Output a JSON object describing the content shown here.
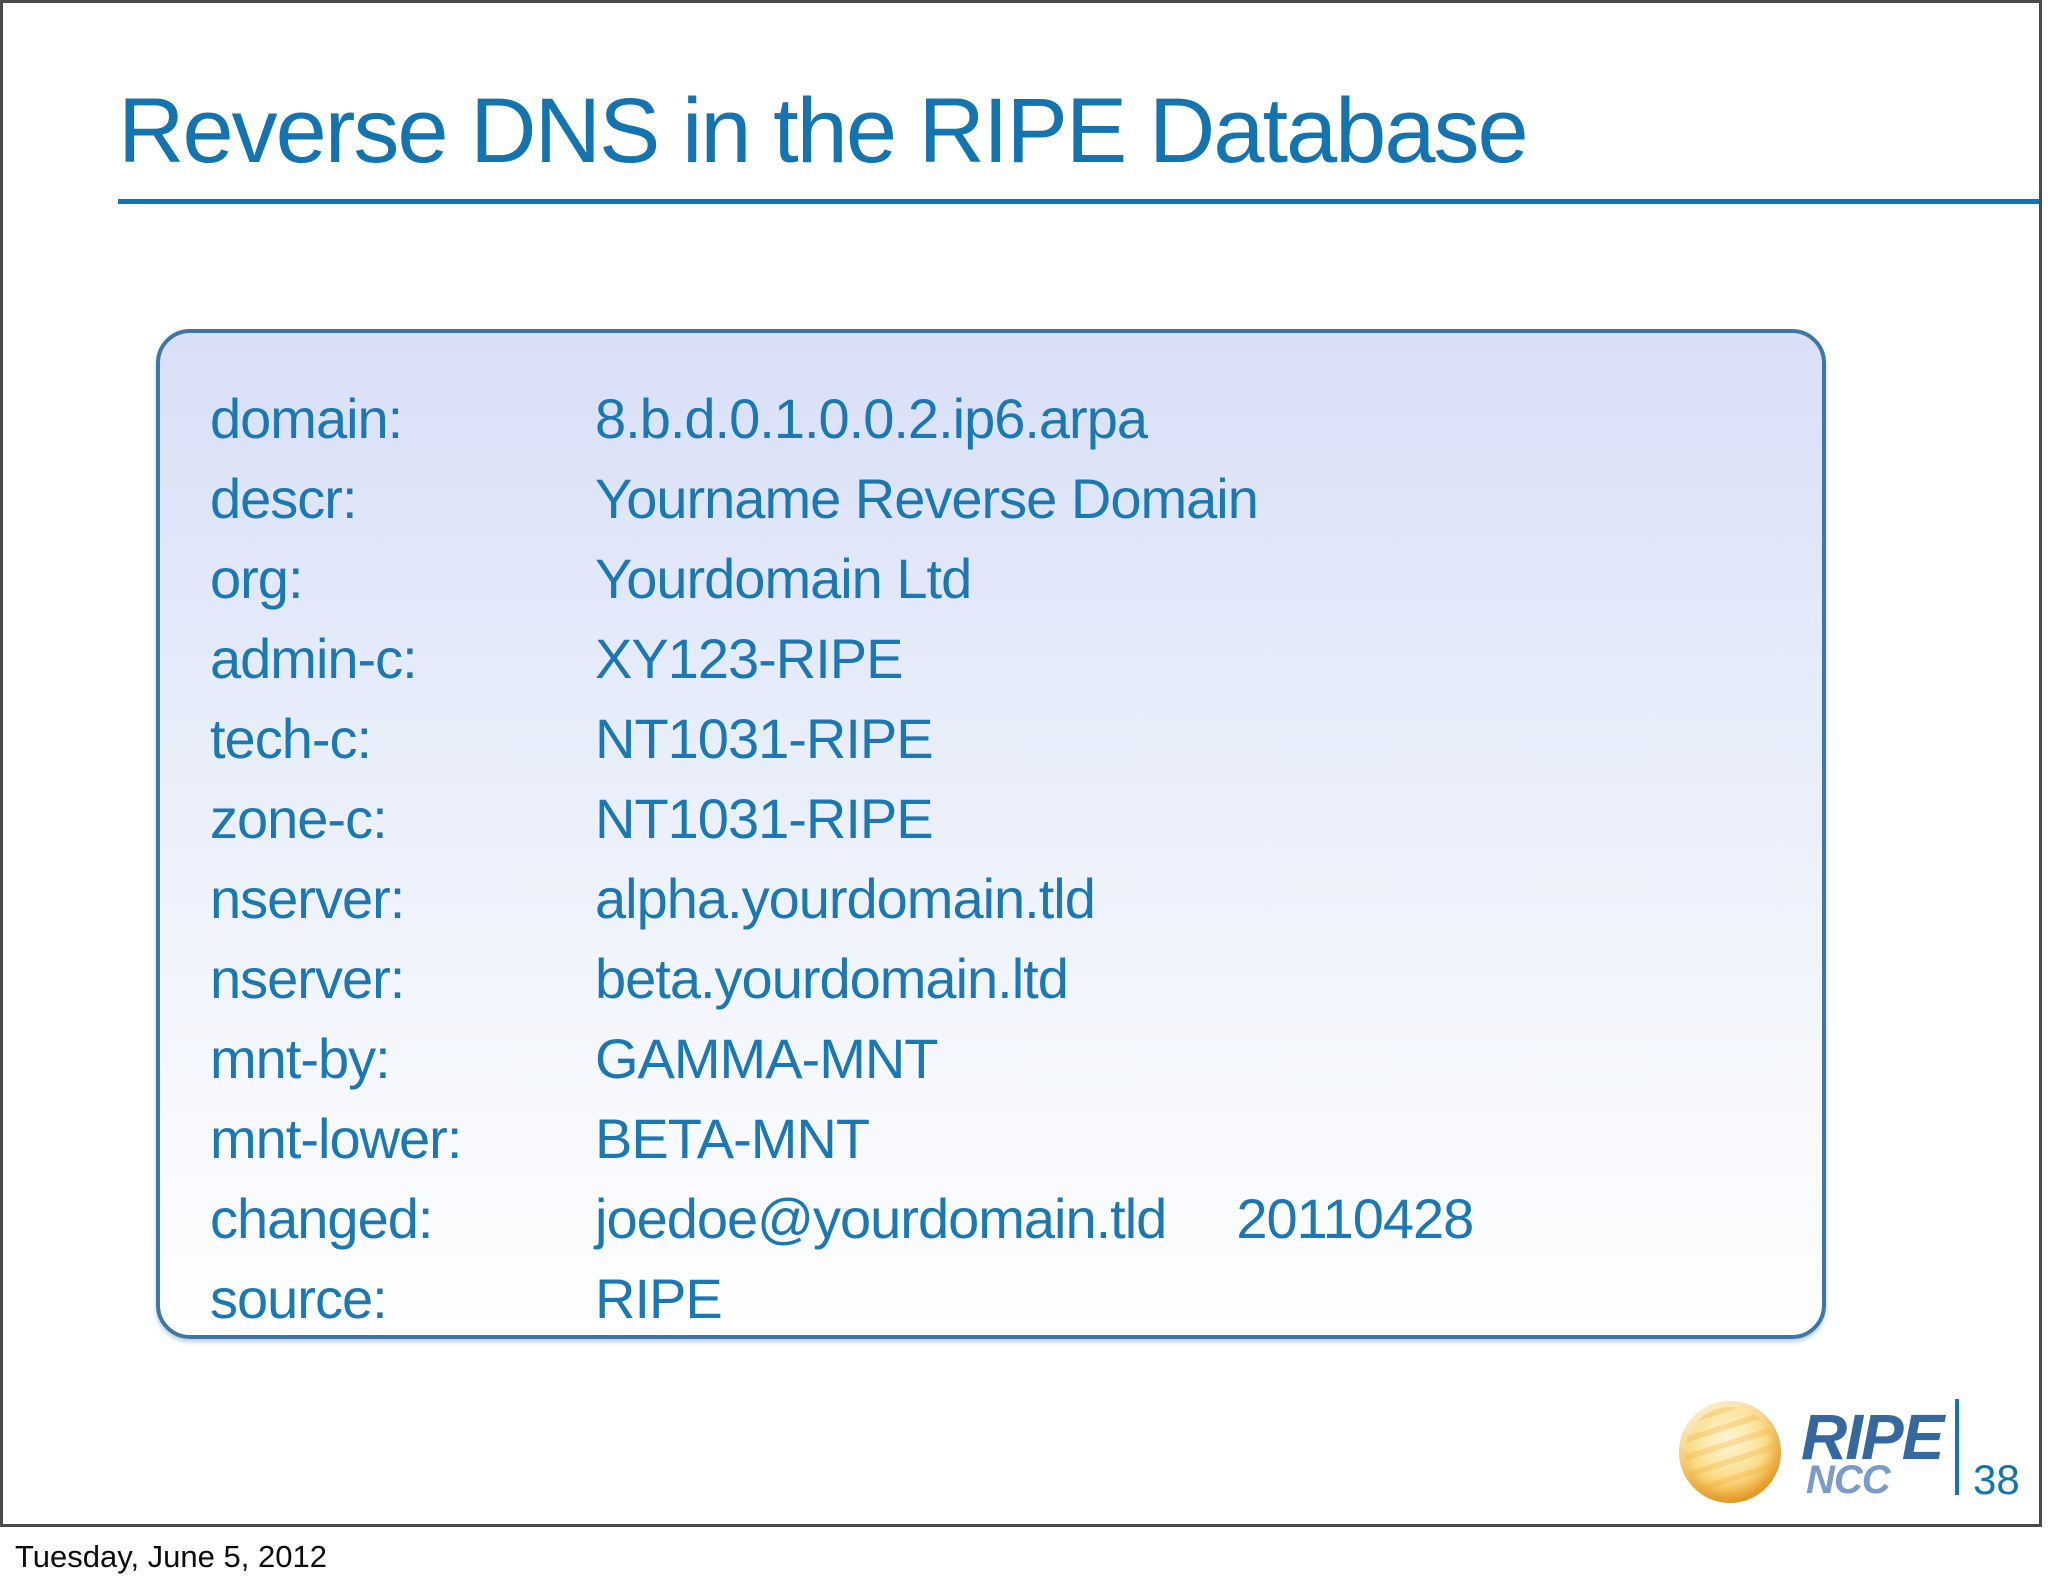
{
  "slide": {
    "title": "Reverse DNS in the RIPE Database",
    "record": {
      "rows": [
        {
          "label": "domain:",
          "value": "8.b.d.0.1.0.0.2.ip6.arpa"
        },
        {
          "label": "descr:",
          "value": "Yourname Reverse Domain"
        },
        {
          "label": "org:",
          "value": "Yourdomain Ltd"
        },
        {
          "label": "admin-c:",
          "value": "XY123-RIPE"
        },
        {
          "label": "tech-c:",
          "value": "NT1031-RIPE"
        },
        {
          "label": "zone-c:",
          "value": "NT1031-RIPE"
        },
        {
          "label": "nserver:",
          "value": "alpha.yourdomain.tld"
        },
        {
          "label": "nserver:",
          "value": "beta.yourdomain.ltd"
        },
        {
          "label": "mnt-by:",
          "value": "GAMMA-MNT"
        },
        {
          "label": "mnt-lower:",
          "value": "BETA-MNT"
        },
        {
          "label": "changed:",
          "value": "joedoe@yourdomain.tld",
          "date": "20110428"
        },
        {
          "label": "source:",
          "value": "RIPE"
        }
      ]
    },
    "logo": {
      "brand": "RIPE",
      "sub": "NCC",
      "globe_icon": "ripe-ncc-golden-globe"
    },
    "page_number": "38"
  },
  "footer": {
    "date_text": "Tuesday, June 5, 2012"
  },
  "colors": {
    "accent": "#1474b0",
    "record-text": "#1a78b4",
    "box-border": "#3e76a8",
    "box-fill-top": "#d8dff7",
    "box-fill-bottom": "#ffffff",
    "slide-border": "#4b4b4b",
    "brand-blue": "#35689f",
    "ncc-blue": "#7b9bca",
    "globe-orange": "#ef9b26",
    "footer-text": "#0b0b0b"
  }
}
